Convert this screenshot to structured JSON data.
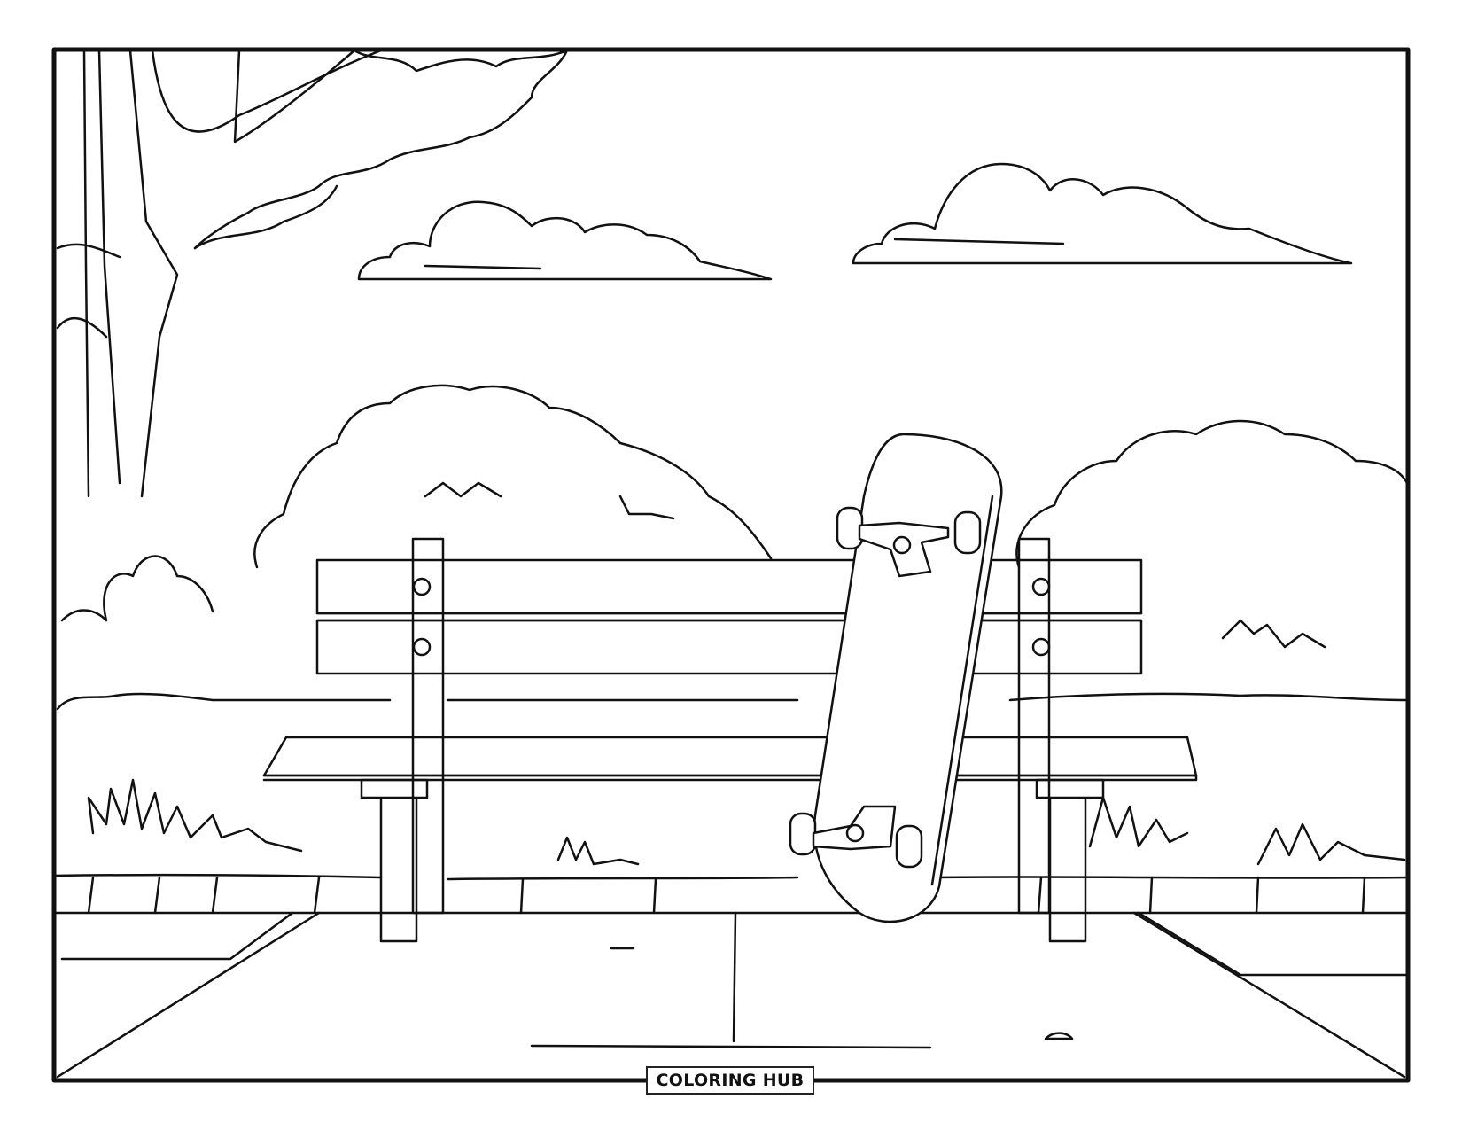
{
  "page": {
    "title": "Park bench with skateboard coloring page",
    "subject": "Skateboard leaning against a park bench in a park"
  },
  "logo": {
    "text": "COLORING HUB"
  },
  "colors": {
    "line": "#111111",
    "background": "#ffffff"
  },
  "scene": {
    "elements": [
      "frame",
      "tree",
      "clouds",
      "bushes",
      "hedge",
      "bench",
      "skateboard",
      "grass-tufts",
      "fence-curb",
      "pavement"
    ]
  }
}
